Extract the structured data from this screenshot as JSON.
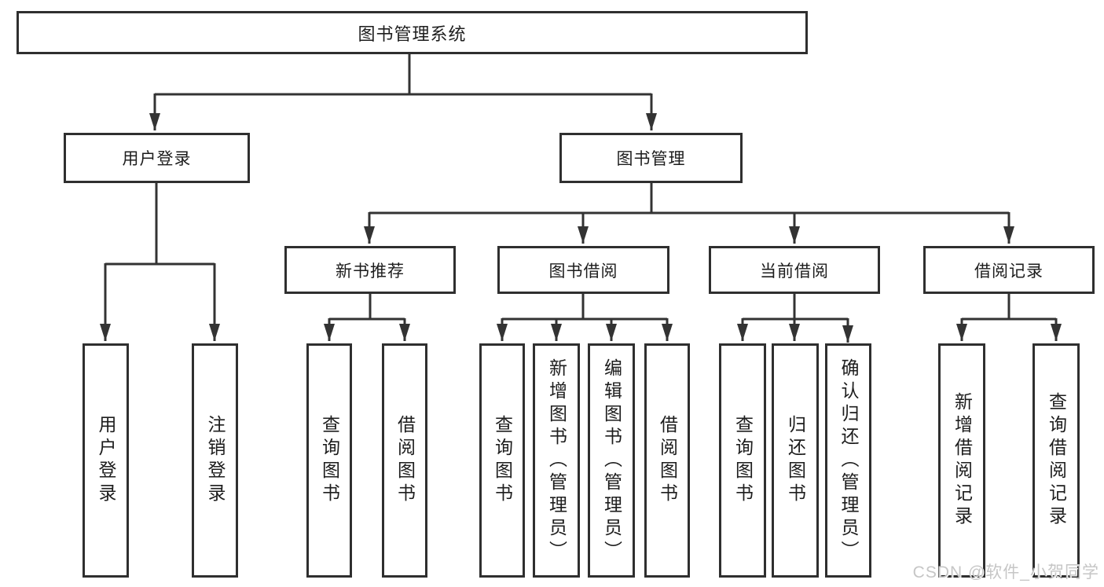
{
  "diagram": {
    "title": "图书管理系统",
    "watermark": "CSDN @软件_小贺同学",
    "colors": {
      "line": "#333333",
      "border": "#2f2f2f",
      "text": "#1d1d1d",
      "background": "#ffffff",
      "watermark": "#c6c6c6"
    },
    "root": {
      "label": "图书管理系统"
    },
    "level2": [
      {
        "label": "用户登录"
      },
      {
        "label": "图书管理"
      }
    ],
    "level3": [
      {
        "label": "新书推荐"
      },
      {
        "label": "图书借阅"
      },
      {
        "label": "当前借阅"
      },
      {
        "label": "借阅记录"
      }
    ],
    "leaves": {
      "user": [
        "用户登录",
        "注销登录"
      ],
      "recommend": [
        "查询图书",
        "借阅图书"
      ],
      "borrow": [
        "查询图书",
        "新增图书（管理员）",
        "编辑图书（管理员）",
        "借阅图书"
      ],
      "current": [
        "查询图书",
        "归还图书",
        "确认归还（管理员）"
      ],
      "records": [
        "新增借阅记录",
        "查询借阅记录"
      ]
    }
  }
}
